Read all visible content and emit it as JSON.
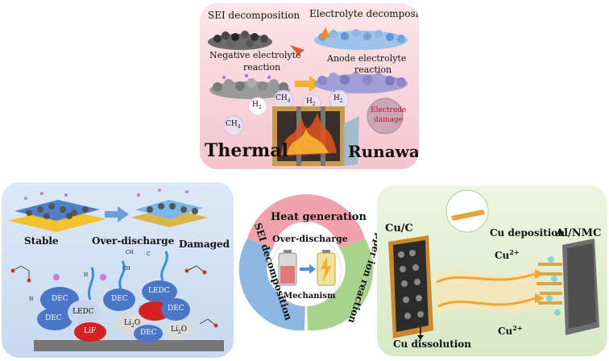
{
  "thermal": {
    "sei_decomposition": "SEI decomposition",
    "electrolyte_decomposition": "Electrolyte decomposition",
    "negative_electrolyte": "Negative electrolyte",
    "reaction_left": "reaction",
    "anode_electrolyte": "Anode electrolyte",
    "reaction_right": "reaction",
    "gas_h2": "H",
    "gas_ch4": "CH",
    "h_sub": "2",
    "ch_sub": "4",
    "electrode_damage_1": "Electrode",
    "electrode_damage_2": "damage",
    "thermal_word": "Thermal",
    "runaway_word": "Runaway"
  },
  "sei": {
    "stable": "Stable",
    "over_discharge": "Over-discharge",
    "damaged": "Damaged",
    "ledc": "LEDC",
    "dec": "DEC",
    "lif": "LiF",
    "li2o": "Li",
    "li2o_sub": "2",
    "li2o_end": "O",
    "h2": "H",
    "c2h4": "C",
    "ch4": "CH"
  },
  "center": {
    "heat_generation": "Heat generation",
    "over_discharge": "Over-discharge",
    "mechanism": "Mechanism",
    "sei_decomposition": "SEI decomposition",
    "copper_ion_reaction": "Copper ion reaction"
  },
  "copper": {
    "cu_c": "Cu/C",
    "cu_deposition": "Cu deposition",
    "al_nmc": "Al/NMC",
    "cu2_top": "Cu",
    "cu2_bottom": "Cu",
    "cu2_sup": "2+",
    "cu_dissolution": "Cu dissolution"
  },
  "colors": {
    "thermal_bg": "#f5c5cf",
    "sei_bg": "#c7d9ee",
    "copper_bg": "#d8e8c5",
    "heat_ring": "#f0a3ad",
    "sei_ring": "#8fb6e0",
    "copper_ring": "#a9d18e"
  }
}
